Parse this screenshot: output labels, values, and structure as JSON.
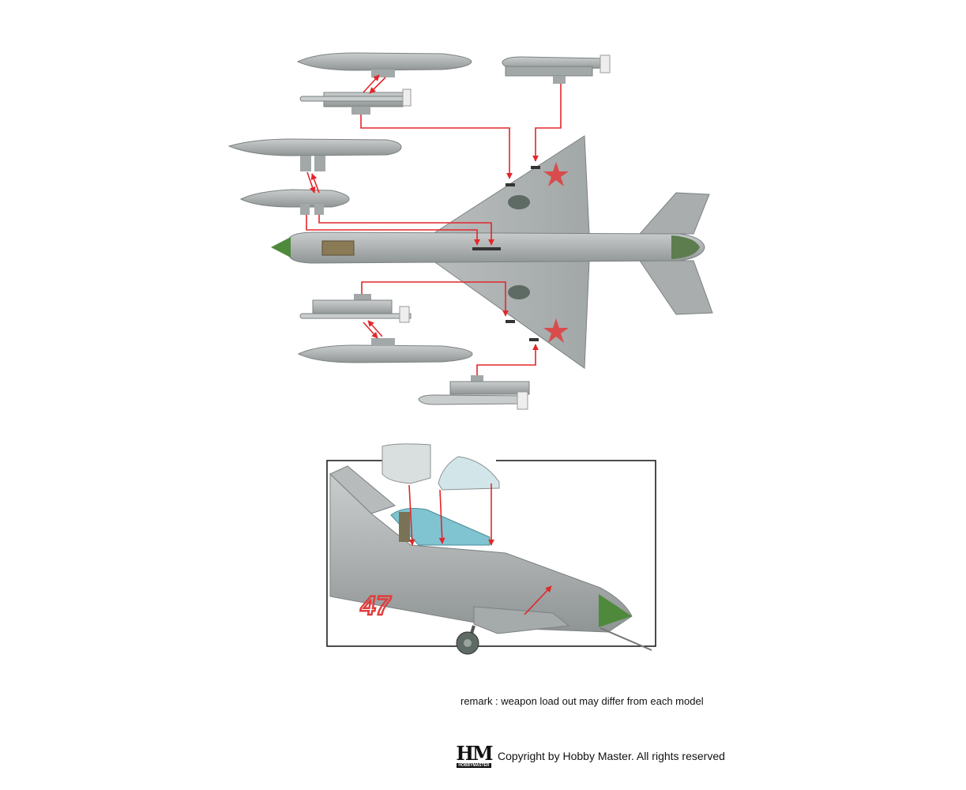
{
  "remark": "remark : weapon load out may differ from each model",
  "logo": {
    "main": "HM",
    "sub": "HOBBYMASTER"
  },
  "copyright": "Copyright by Hobby Master. All rights reserved",
  "aircraft_marking": "47",
  "colors": {
    "body": "#a9adad",
    "body_dark": "#8e9393",
    "nose_cone": "#4f8a3c",
    "star_red": "#e23b3b",
    "arrow_red": "#e3262b",
    "canopy_blue": "#7fc4d0",
    "frame": "#111111"
  },
  "icons": [
    "red-star-icon",
    "hm-logo-icon"
  ]
}
